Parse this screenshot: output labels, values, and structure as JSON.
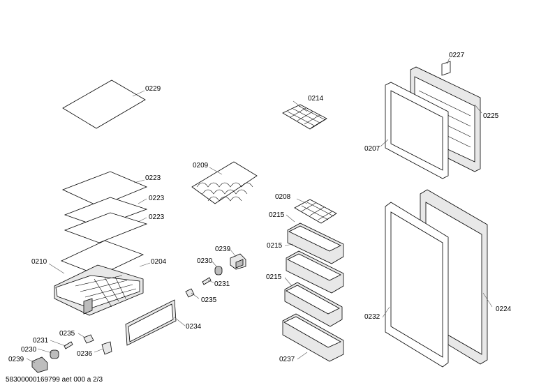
{
  "labels": {
    "l0227": "0227",
    "l0229": "0229",
    "l0214": "0214",
    "l0225": "0225",
    "l0207": "0207",
    "l0209": "0209",
    "l0223a": "0223",
    "l0223b": "0223",
    "l0223c": "0223",
    "l0208": "0208",
    "l0215a": "0215",
    "l0215b": "0215",
    "l0215c": "0215",
    "l0210": "0210",
    "l0204": "0204",
    "l0239a": "0239",
    "l0230a": "0230",
    "l0231a": "0231",
    "l0235a": "0235",
    "l0224": "0224",
    "l0234": "0234",
    "l0232": "0232",
    "l0235b": "0235",
    "l0231b": "0231",
    "l0230b": "0230",
    "l0236": "0236",
    "l0239b": "0239",
    "l0237": "0237"
  },
  "footer": {
    "document_id": "58300000169799 aet 000 a 2/3"
  }
}
